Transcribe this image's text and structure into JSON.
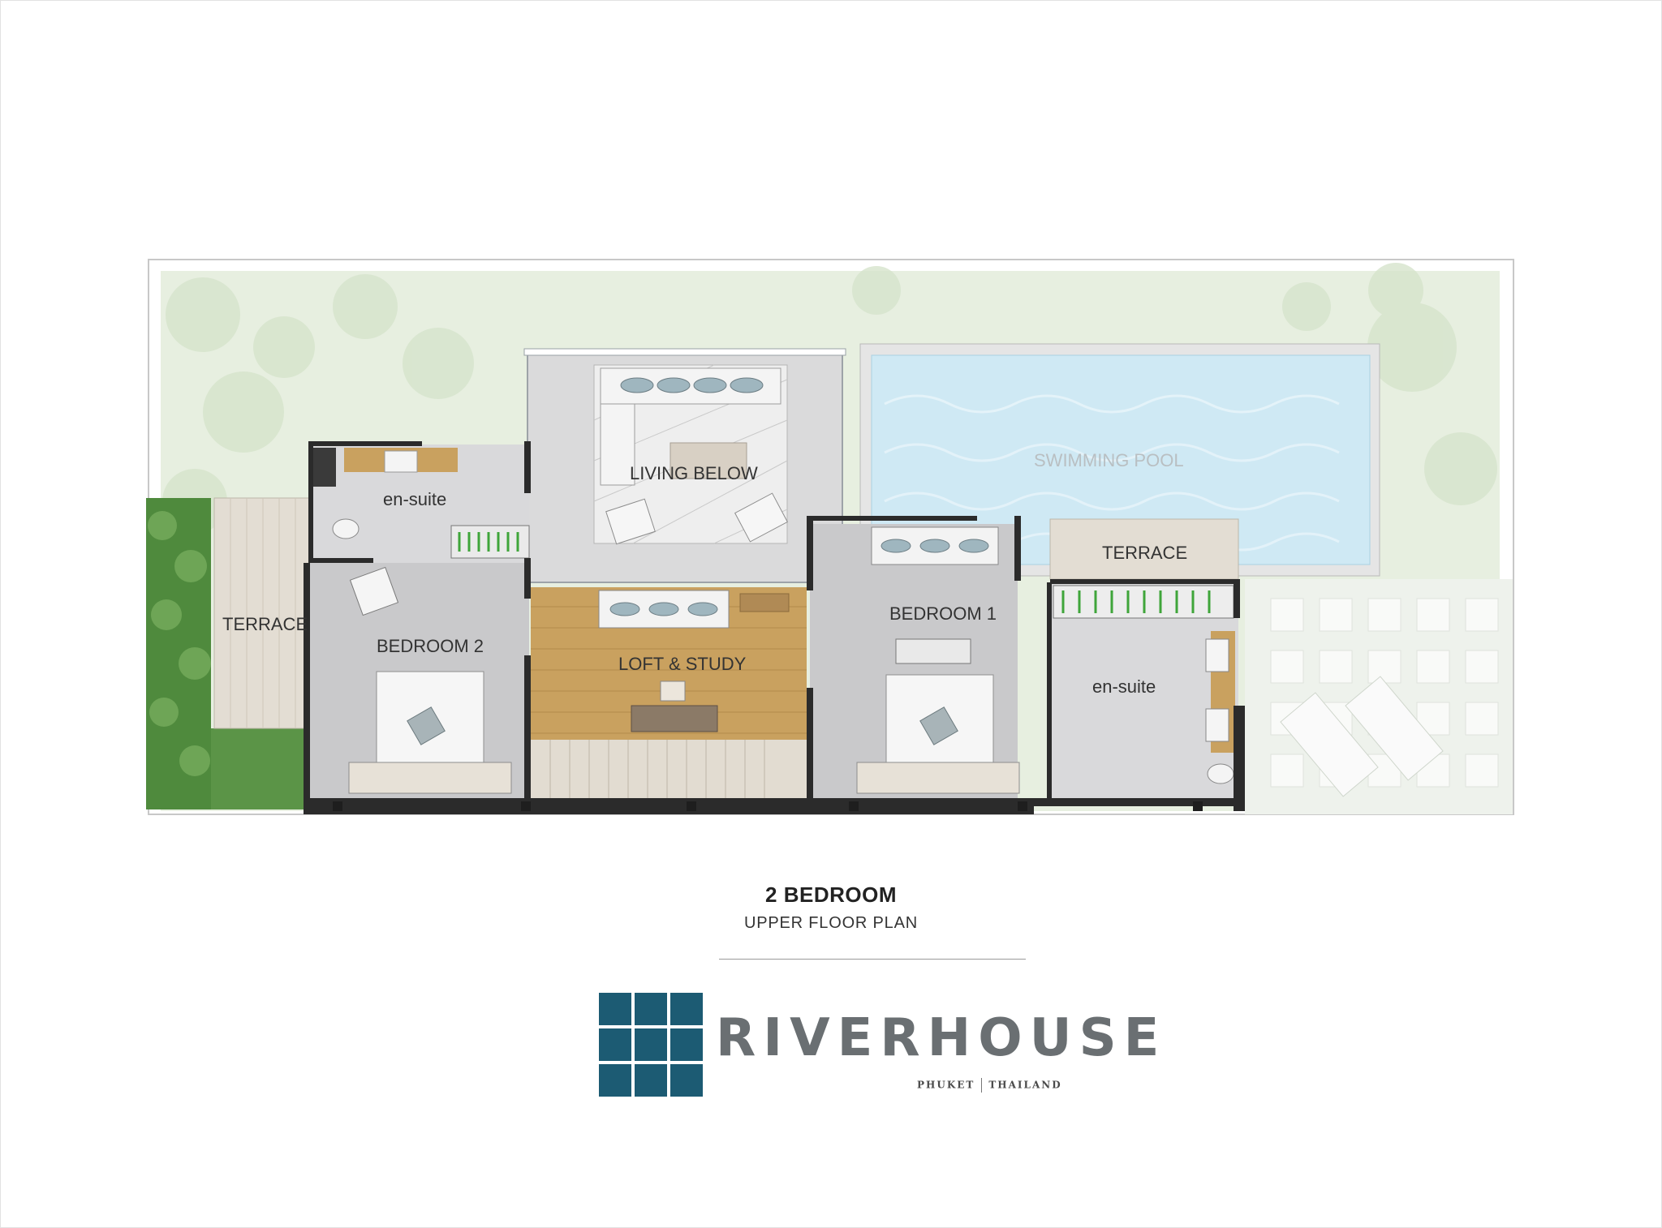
{
  "plan": {
    "rooms": {
      "living_below": "LIVING BELOW",
      "swimming_pool": "SWIMMING POOL",
      "ensuite_left": "en-suite",
      "terrace_left": "TERRACE",
      "bedroom_2": "BEDROOM 2",
      "loft_study": "LOFT & STUDY",
      "bedroom_1": "BEDROOM 1",
      "terrace_right": "TERRACE",
      "ensuite_right": "en-suite"
    },
    "colors": {
      "garden": "#e6efdf",
      "floor_grey": "#d2d2d4",
      "wood": "#c9a15f",
      "deck": "#e3ddd3",
      "pool": "#cfe9f4",
      "wall": "#2b2b2b",
      "hedge": "#4f8a3d"
    }
  },
  "caption": {
    "title": "2 BEDROOM",
    "subtitle": "UPPER FLOOR PLAN"
  },
  "brand": {
    "name": "RIVERHOUSE",
    "location_left": "PHUKET",
    "location_right": "THAILAND",
    "color": "#1c5b73"
  }
}
